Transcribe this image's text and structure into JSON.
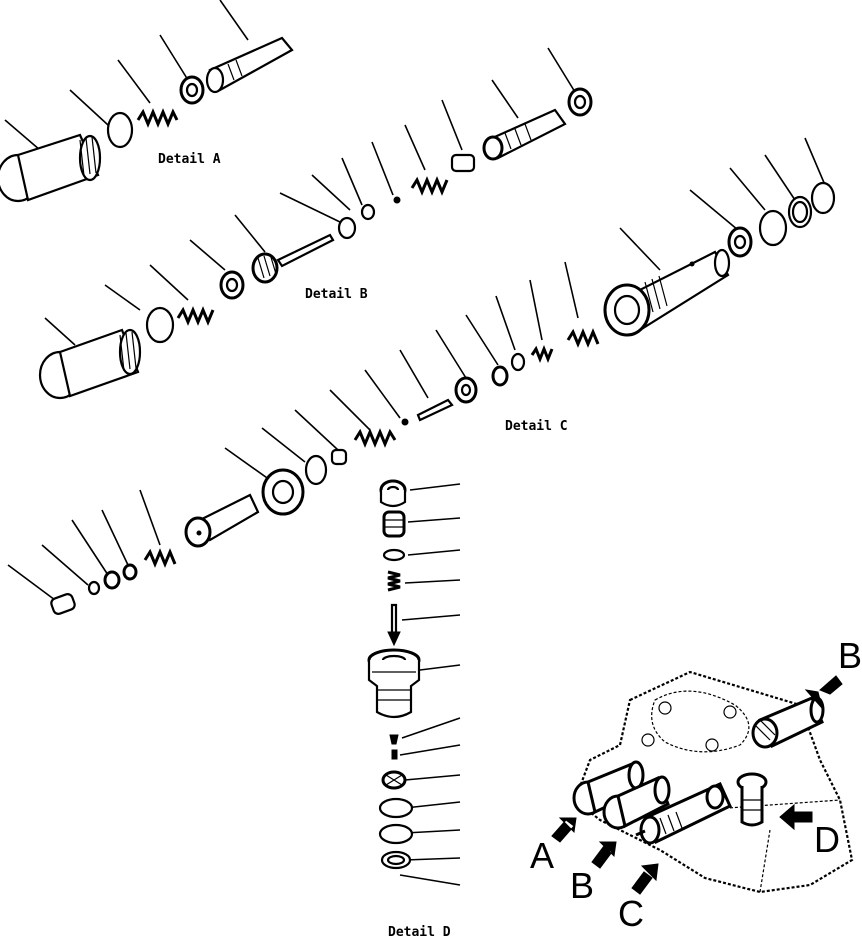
{
  "labels": {
    "detail_a": "Detail A",
    "detail_b": "Detail B",
    "detail_c": "Detail C",
    "detail_d": "Detail D"
  },
  "arrows": {
    "a": "A",
    "b_front": "B",
    "b_top": "B",
    "c": "C",
    "d": "D"
  }
}
